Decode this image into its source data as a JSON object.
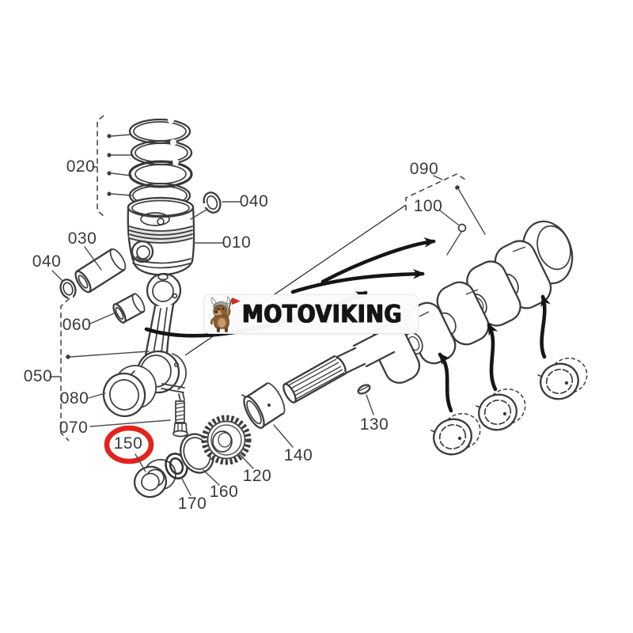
{
  "watermark": {
    "text": "MOTOVIKING"
  },
  "labels": [
    {
      "part": "020",
      "text": "020"
    },
    {
      "part": "040-top",
      "text": "040"
    },
    {
      "part": "010",
      "text": "010"
    },
    {
      "part": "030",
      "text": "030"
    },
    {
      "part": "040-left",
      "text": "040"
    },
    {
      "part": "060",
      "text": "060"
    },
    {
      "part": "050",
      "text": "050"
    },
    {
      "part": "080",
      "text": "080"
    },
    {
      "part": "070",
      "text": "070"
    },
    {
      "part": "150",
      "text": "150",
      "highlighted": true
    },
    {
      "part": "170",
      "text": "170"
    },
    {
      "part": "160",
      "text": "160"
    },
    {
      "part": "120",
      "text": "120"
    },
    {
      "part": "140",
      "text": "140"
    },
    {
      "part": "130",
      "text": "130"
    },
    {
      "part": "090",
      "text": "090"
    },
    {
      "part": "100",
      "text": "100"
    }
  ],
  "colors": {
    "line_art": "#3c3c3c",
    "label_text": "#3a3a3a",
    "highlight_red": "#e3221b",
    "arrow_black": "#161616",
    "watermark_bg": "#fbfbfb",
    "mascot_brown": "#8b5e34",
    "mascot_dark_brown": "#5d3c1e",
    "mascot_helmet_grey": "#9aa0a6",
    "mascot_flag_red": "#d42720"
  }
}
